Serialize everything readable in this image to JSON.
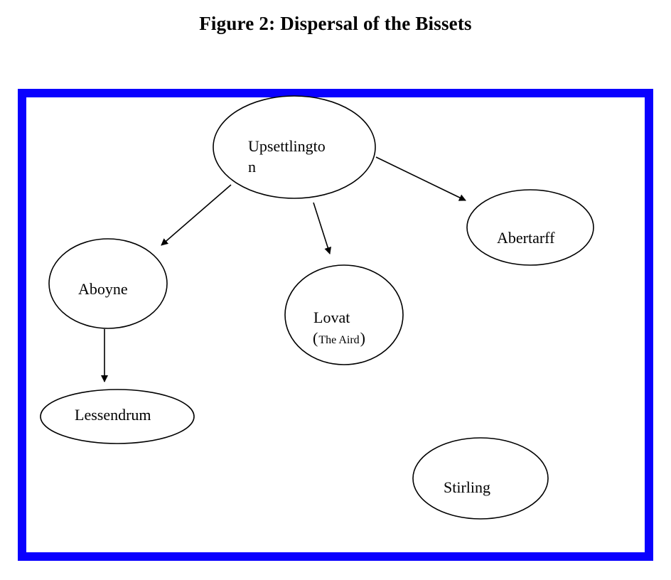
{
  "figure": {
    "title": "Figure 2: Dispersal of the Bissets"
  },
  "colors": {
    "frame_border": "#0a00ff",
    "node_stroke": "#000000",
    "arrow": "#000000"
  },
  "nodes": {
    "upsettlington": {
      "line1": "Upsettlingto",
      "line2": "n"
    },
    "aboyne": {
      "label": "Aboyne"
    },
    "lessendrum": {
      "label": "Lessendrum"
    },
    "lovat": {
      "label": "Lovat",
      "open_paren": "(",
      "sub": "The Aird",
      "close_paren": ")"
    },
    "abertarff": {
      "label": "Abertarff"
    },
    "stirling": {
      "label": "Stirling"
    }
  },
  "edges": [
    {
      "from": "Upsettlington",
      "to": "Aboyne"
    },
    {
      "from": "Upsettlington",
      "to": "Lovat"
    },
    {
      "from": "Upsettlington",
      "to": "Abertarff"
    },
    {
      "from": "Aboyne",
      "to": "Lessendrum"
    }
  ]
}
